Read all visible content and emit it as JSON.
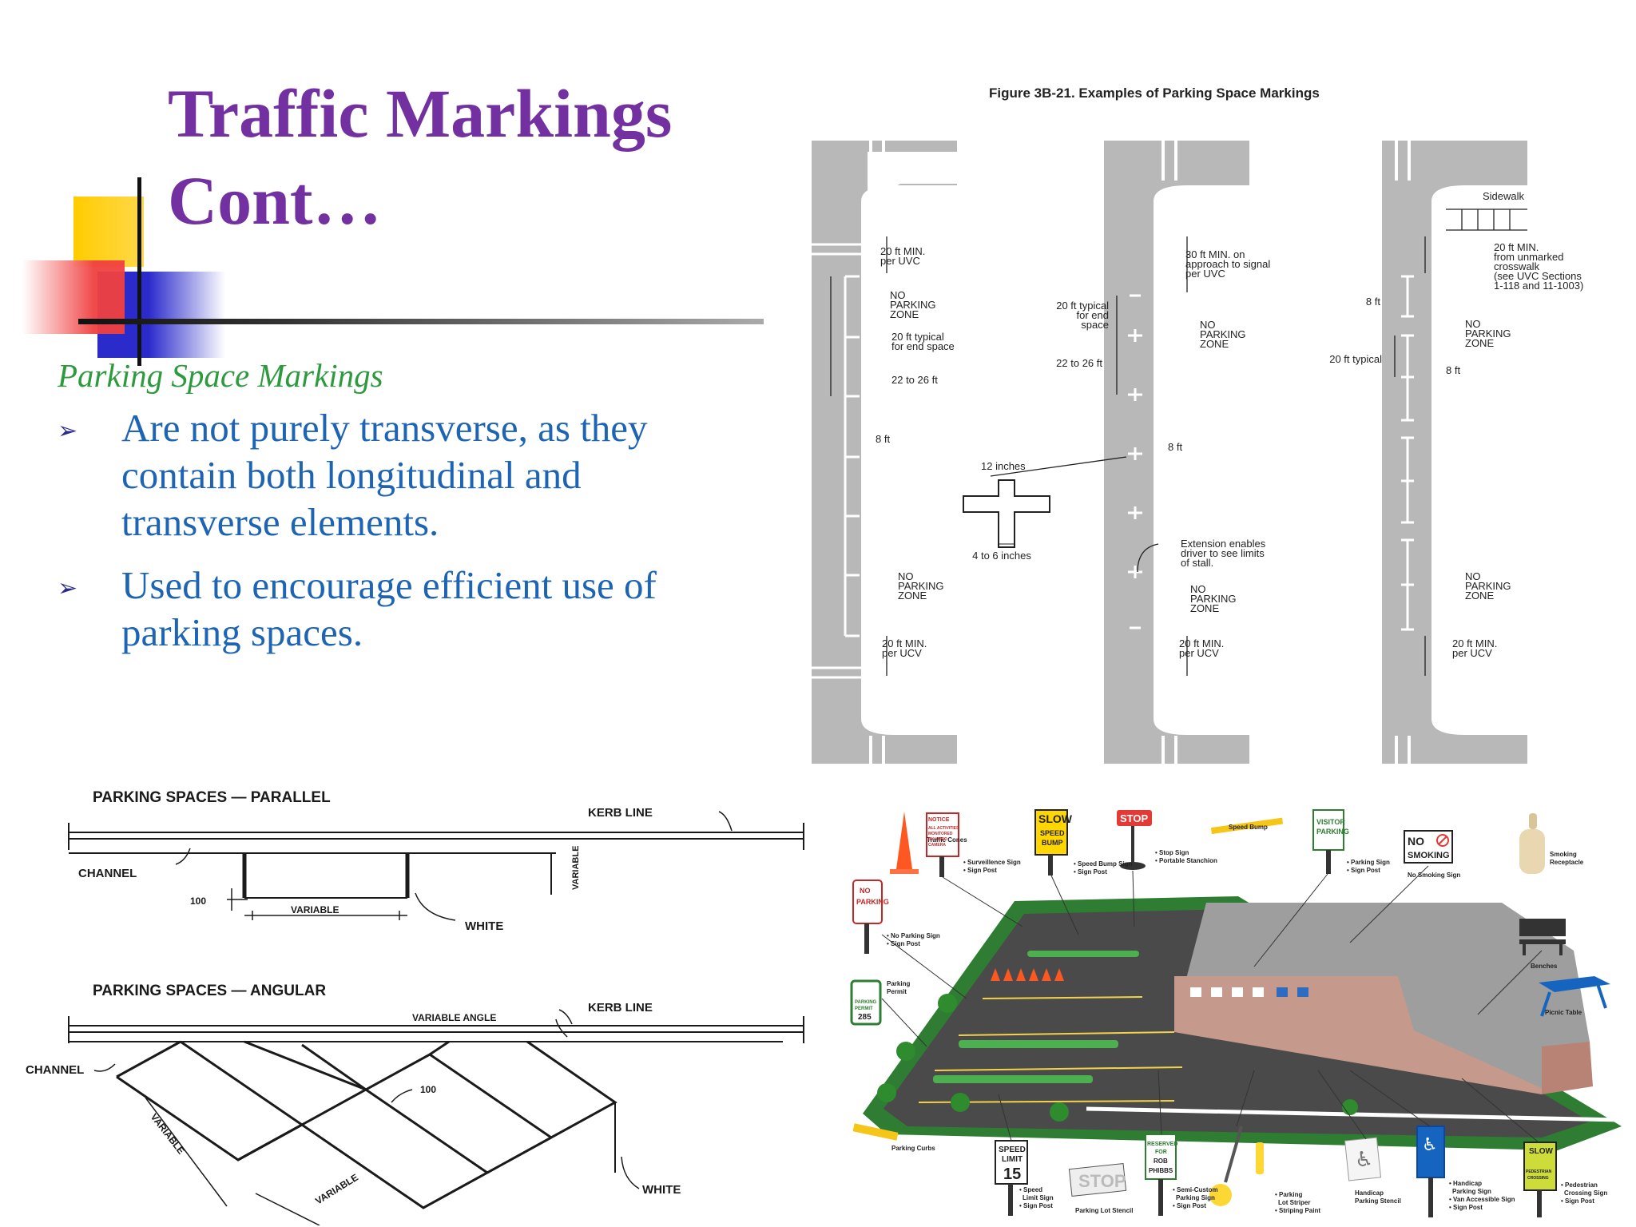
{
  "slide": {
    "title_line1": "Traffic Markings",
    "title_line2": "Cont…",
    "subtitle": "Parking Space Markings",
    "bullets": [
      {
        "text": "Are not purely  transverse,  as they contain both longitudinal and transverse elements."
      },
      {
        "text": "Used  to  encourage  efficient use  of  parking spaces."
      }
    ],
    "bullet_icon": "arrow-bullet-icon",
    "colors": {
      "title": "#7330a0",
      "subtitle": "#2e9a3e",
      "body": "#1e64b4",
      "deco_yellow": "#ffcc00",
      "deco_red": "#f04040",
      "deco_blue": "#3333cc"
    }
  },
  "figure_3b21": {
    "title": "Figure 3B-21.  Examples of Parking Space Markings",
    "left": {
      "a": "20 ft MIN.",
      "b": "per UVC",
      "c": "NO",
      "d": "PARKING",
      "e": "ZONE",
      "f": "20 ft typical",
      "g": "for end space",
      "h": "22 to 26 ft",
      "i": "8 ft",
      "j": "NO",
      "k": "PARKING",
      "l": "ZONE",
      "m": "20 ft MIN.",
      "n": "per UCV"
    },
    "middle": {
      "a": "30 ft MIN. on",
      "b": "approach to signal",
      "c": "per UVC",
      "d": "20 ft typical",
      "e": "for end",
      "f": "space",
      "g": "NO",
      "h": "PARKING",
      "i": "ZONE",
      "j": "22 to 26 ft",
      "k": "8 ft",
      "l": "12 inches",
      "m": "4 to 6 inches",
      "n": "Extension enables",
      "o": "driver to see limits",
      "p": "of stall.",
      "q": "NO",
      "r": "PARKING",
      "s": "ZONE",
      "t": "20 ft MIN.",
      "u": "per UCV"
    },
    "right": {
      "a": "Sidewalk",
      "b": "20 ft MIN.",
      "c": "from unmarked",
      "d": "crosswalk",
      "e": "(see UVC Sections",
      "f": "1-118 and 11-1003)",
      "g": "8 ft",
      "h": "NO",
      "i": "PARKING",
      "j": "ZONE",
      "k": "20 ft typical",
      "l": "8 ft",
      "m": "NO",
      "n": "PARKING",
      "o": "ZONE",
      "p": "20 ft MIN.",
      "q": "per UCV"
    }
  },
  "kerb_diagram": {
    "parallel_title": "PARKING  SPACES — PARALLEL",
    "angular_title": "PARKING  SPACES — ANGULAR",
    "kerb_line": "KERB  LINE",
    "channel": "CHANNEL",
    "variable": "VARIABLE",
    "hundred": "100",
    "white": "WHITE",
    "variable_angle": "VARIABLE  ANGLE"
  },
  "parking_lot": {
    "cone_label": "Traffic Cones",
    "notice_sign": [
      "NOTICE",
      "ALL ACTIVITIES",
      "MONITORED",
      "BY VIDEO",
      "CAMERA"
    ],
    "surveillance": [
      "• Surveillence Sign",
      "• Sign Post"
    ],
    "slow_sign": [
      "SLOW",
      "SPEED",
      "BUMP"
    ],
    "speed_bump_sign": [
      "• Speed Bump Sign",
      "• Sign Post"
    ],
    "stop_sign": "STOP",
    "stop_labels": [
      "• Stop Sign",
      "• Portable Stanchion"
    ],
    "speed_bump": "Speed Bump",
    "visitor_sign": [
      "VISITOR",
      "PARKING"
    ],
    "parking_sign": [
      "• Parking Sign",
      "• Sign Post"
    ],
    "no_smoking": [
      "NO",
      "SMOKING"
    ],
    "no_smoking_label": "No Smoking Sign",
    "smoking_receptacle": [
      "Smoking",
      "Receptacle"
    ],
    "no_parking": [
      "NO",
      "PARKING"
    ],
    "no_parking_labels": [
      "• No Parking Sign",
      "• Sign Post"
    ],
    "permit": [
      "PARKING",
      "PERMIT",
      "285"
    ],
    "permit_label": [
      "Parking",
      "Permit"
    ],
    "benches": "Benches",
    "picnic": "Picnic Table",
    "curbs": "Parking Curbs",
    "speed_limit": [
      "SPEED",
      "LIMIT",
      "15"
    ],
    "speed_limit_labels": [
      "• Speed",
      "Limit Sign",
      "• Sign Post"
    ],
    "stencil_label": "Parking Lot Stencil",
    "reserved": [
      "RESERVED",
      "FOR",
      "ROB",
      "PHIBBS"
    ],
    "reserved_labels": [
      "• Semi-Custom",
      "Parking Sign",
      "• Sign Post"
    ],
    "striper_labels": [
      "• Parking",
      "Lot Striper",
      "• Striping Paint"
    ],
    "handicap_stencil": [
      "Handicap",
      "Parking Stencil"
    ],
    "handicap_labels": [
      "• Handicap",
      "Parking Sign",
      "• Van Accessible Sign",
      "• Sign Post"
    ],
    "ped_sign": [
      "SLOW",
      "PEDESTRIAN",
      "CROSSING"
    ],
    "ped_labels": [
      "• Pedestrian",
      "Crossing Sign",
      "• Sign Post"
    ]
  }
}
